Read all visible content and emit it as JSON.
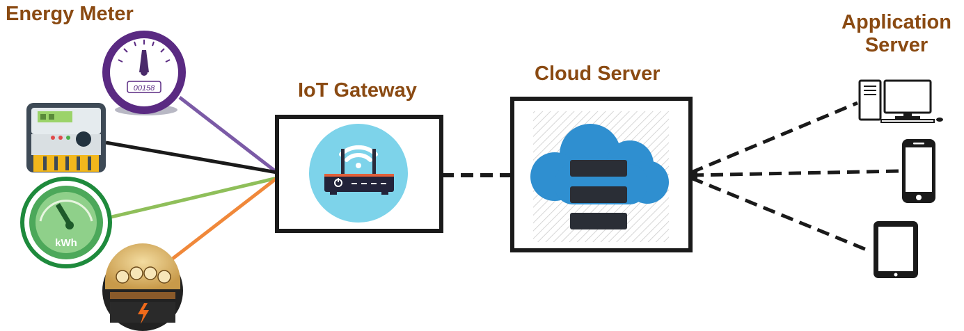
{
  "labels": {
    "energy_meter": "Energy Meter",
    "iot_gateway": "IoT Gateway",
    "cloud_server": "Cloud Server",
    "application_server_line1": "Application",
    "application_server_line2": "Server"
  },
  "meters": [
    {
      "icon": "analog-gauge-meter-icon",
      "display_text": "00158",
      "link_color": "#7b5aa6"
    },
    {
      "icon": "digital-electric-meter-icon",
      "link_color": "#1a1a1a"
    },
    {
      "icon": "kwh-gauge-meter-icon",
      "display_text": "kWh",
      "link_color": "#8fbf5a"
    },
    {
      "icon": "vintage-analog-meter-icon",
      "link_color": "#f0883a"
    }
  ],
  "devices": [
    {
      "icon": "desktop-computer-icon"
    },
    {
      "icon": "smartphone-icon"
    },
    {
      "icon": "tablet-icon"
    }
  ],
  "colors": {
    "label_brown": "#8a4a12",
    "box_border": "#1a1a1a",
    "router_bg": "#7dd3ea",
    "cloud_blue": "#2f8fd0",
    "dashed_link": "#1a1a1a"
  }
}
